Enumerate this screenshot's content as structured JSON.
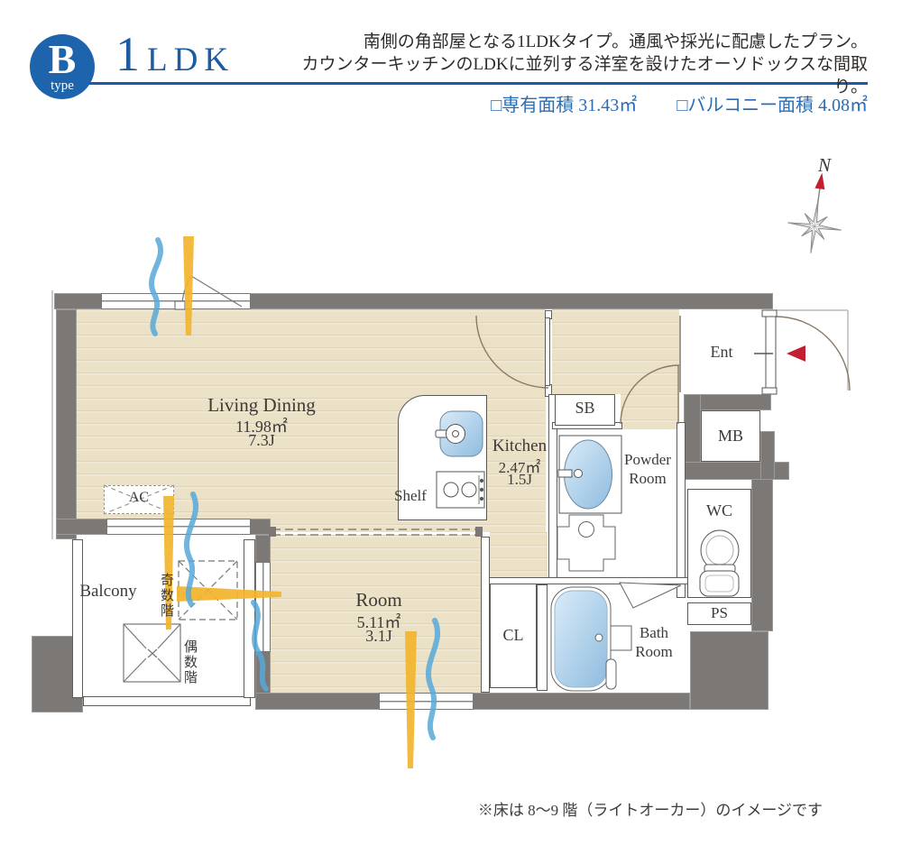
{
  "header": {
    "badge_letter": "B",
    "badge_sub": "type",
    "title_num": "1",
    "title_unit": "LDK",
    "desc_line1": "南側の角部屋となる1LDKタイプ。通風や採光に配慮したプラン。",
    "desc_line2": "カウンターキッチンのLDKに並列する洋室を設けたオーソドックスな間取り。",
    "area_exclusive": "□専有面積 31.43㎡",
    "area_balcony": "□バルコニー面積 4.08㎡"
  },
  "plan": {
    "living": {
      "name": "Living Dining",
      "area": "11.98㎡",
      "tatami": "7.3J"
    },
    "kitchen": {
      "name": "Kitchen",
      "area": "2.47㎡",
      "tatami": "1.5J"
    },
    "room": {
      "name": "Room",
      "area": "5.11㎡",
      "tatami": "3.1J"
    },
    "balcony_label": "Balcony",
    "shelf_label": "Shelf",
    "ac_label": "AC",
    "sb_label": "SB",
    "ent_label": "Ent",
    "mb_label": "MB",
    "wc_label": "WC",
    "ps_label": "PS",
    "cl_label": "CL",
    "powder_line1": "Powder",
    "powder_line2": "Room",
    "bath_line1": "Bath",
    "bath_line2": "Room",
    "hatch_odd_label": "奇数階",
    "hatch_even_label": "偶数階",
    "compass_label": "N"
  },
  "footer": {
    "note": "※床は 8〜9 階（ライトオーカー）のイメージです"
  },
  "colors": {
    "wall": "#7b7876",
    "floor": "#ebe1c6",
    "accent_blue": "#1d5ca3",
    "area_text_blue": "#2a6db5",
    "entry_red": "#c22030",
    "wind_blue": "#57a8d8",
    "light_yellow": "#f2b42c",
    "fixture_blue": "#9cc4e4"
  }
}
